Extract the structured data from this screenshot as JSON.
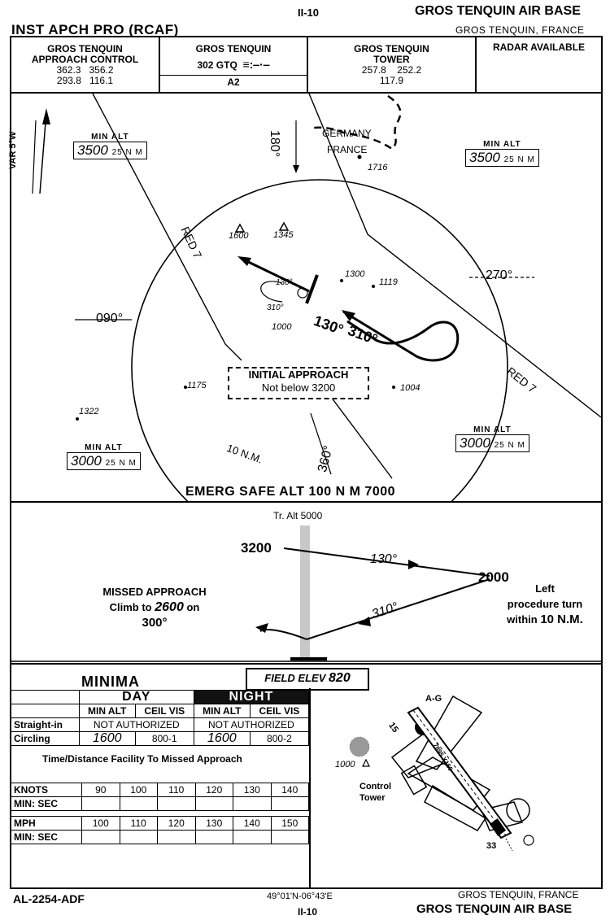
{
  "header": {
    "page_top": "II-10",
    "base_name_top": "GROS TENQUIN AIR BASE",
    "title": "INST APCH PRO (RCAF)",
    "location_top": "GROS TENQUIN, FRANCE"
  },
  "comm": {
    "approach": {
      "name1": "GROS TENQUIN",
      "name2": "APPROACH CONTROL",
      "f1": "362.3",
      "f2": "356.2",
      "f3": "293.8",
      "f4": "116.1"
    },
    "beacon": {
      "name": "GROS TENQUIN",
      "freq": "302 GTQ",
      "morse": "≡:‒·‒",
      "class": "A2"
    },
    "tower": {
      "name1": "GROS TENQUIN",
      "name2": "TOWER",
      "f1": "257.8",
      "f2": "252.2",
      "f3": "117.9"
    },
    "radar": "RADAR AVAILABLE"
  },
  "plan": {
    "min_alt_label": "MIN ALT",
    "min_alt_nw": "3500",
    "min_alt_ne": "3500",
    "min_alt_sw": "3000",
    "min_alt_se": "3000",
    "nm_unit": "25 N M",
    "var": "VAR 5°W",
    "radials": {
      "n": "180°",
      "e": "270°",
      "w": "090°",
      "s": "360°"
    },
    "airway_nw": "RED 7",
    "airway_se": "RED 7",
    "border_de": "GERMANY",
    "border_fr": "FRANCE",
    "spot_elevs": [
      "1716",
      "1600",
      "1345",
      "1300",
      "1119",
      "1000",
      "1175",
      "1004",
      "1322"
    ],
    "track_out": "130°",
    "track_in": "310°",
    "track_small_out": "130°",
    "track_small_in": "310°",
    "initial_approach_1": "INITIAL APPROACH",
    "initial_approach_2": "Not below 3200",
    "ring_label": "10 N.M.",
    "emerg": "EMERG SAFE ALT 100 N M 7000"
  },
  "profile": {
    "tr_alt": "Tr. Alt 5000",
    "alt_start": "3200",
    "alt_turn": "2000",
    "hdg_out": "130°",
    "hdg_in": "310°",
    "missed_1": "MISSED APPROACH",
    "missed_2": "Climb to",
    "missed_alt": "2600",
    "missed_3": "on",
    "missed_hdg": "300°",
    "turn_1": "Left",
    "turn_2": "procedure turn",
    "turn_3": "within",
    "turn_dist": "10 N.M."
  },
  "minima": {
    "title": "MINIMA",
    "field_elev_label": "FIELD ELEV",
    "field_elev": "820",
    "day": "DAY",
    "night": "NIGHT",
    "col_min_alt": "MIN ALT",
    "col_ceil_vis": "CEIL VIS",
    "row_straight": "Straight-in",
    "straight_day": "NOT AUTHORIZED",
    "straight_night": "NOT AUTHORIZED",
    "row_circling": "Circling",
    "circ_day_alt": "1600",
    "circ_day_vis": "800-1",
    "circ_night_alt": "1600",
    "circ_night_vis": "800-2",
    "time_dist": "Time/Distance Facility To Missed Approach",
    "knots_label": "KNOTS",
    "knots": [
      "90",
      "100",
      "110",
      "120",
      "130",
      "140"
    ],
    "min_sec_label": "MIN:  SEC",
    "mph_label": "MPH",
    "mph": [
      "100",
      "110",
      "120",
      "130",
      "140",
      "150"
    ],
    "min_sec_label2": "MIN:  SEC"
  },
  "airport": {
    "ag": "A-G",
    "rwy_15": "15",
    "rwy_33": "33",
    "rwy_dims": "7895 X150",
    "beacon_elev": "1000",
    "tower_1": "Control",
    "tower_2": "Tower"
  },
  "footer": {
    "chart_id": "AL-2254-ADF",
    "coords": "49°01'N-06°43'E",
    "page_bottom": "II-10",
    "location_bottom": "GROS TENQUIN, FRANCE",
    "base_name_bottom": "GROS TENQUIN AIR BASE"
  }
}
